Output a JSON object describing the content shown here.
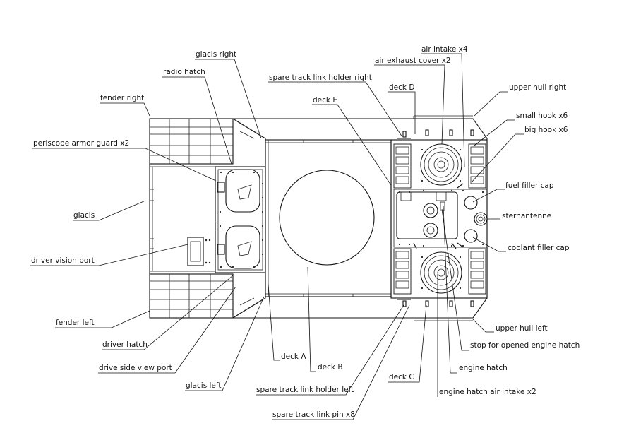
{
  "labels": {
    "glacis_right": "glacis right",
    "radio_hatch": "radio hatch",
    "fender_right": "fender right",
    "periscope_armor_guard": "periscope armor guard x2",
    "glacis": "glacis",
    "driver_vision_port": "driver vision port",
    "fender_left": "fender left",
    "driver_hatch": "driver hatch",
    "drive_side_view_port": "drive side view port",
    "glacis_left": "glacis left",
    "deck_a": "deck A",
    "deck_b": "deck B",
    "spare_track_link_holder_left": "spare track link holder left",
    "spare_track_link_pin": "spare track link pin x8",
    "deck_c": "deck C",
    "engine_hatch_air_intake": "engine hatch air intake x2",
    "engine_hatch": "engine hatch",
    "stop_for_opened_engine_hatch": "stop for opened engine hatch",
    "upper_hull_left": "upper hull left",
    "coolant_filler_cap": "coolant filler cap",
    "sternantenne": "sternantenne",
    "fuel_filler_cap": "fuel filler cap",
    "big_hook": "big hook x6",
    "small_hook": "small hook x6",
    "upper_hull_right": "upper hull right",
    "deck_d": "deck D",
    "deck_e": "deck E",
    "spare_track_link_holder_right": "spare track link holder right",
    "air_exhaust_cover": "air exhaust cover x2",
    "air_intake": "air intake x4"
  }
}
